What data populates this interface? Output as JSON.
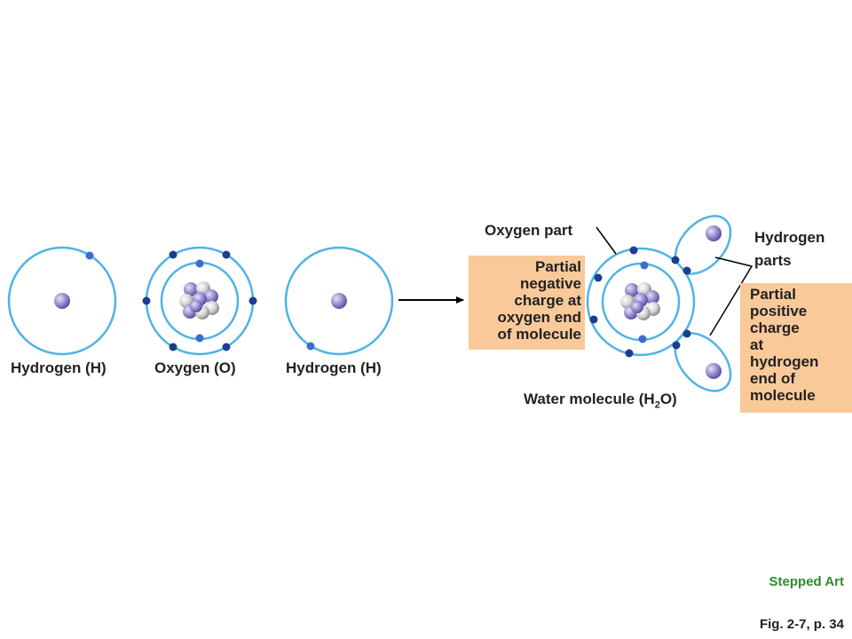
{
  "atoms": {
    "hydrogen_left_label": "Hydrogen (H)",
    "oxygen_label": "Oxygen (O)",
    "hydrogen_right_label": "Hydrogen (H)"
  },
  "molecule": {
    "oxygen_part_label": "Oxygen part",
    "hydrogen_parts_line1": "Hydrogen",
    "hydrogen_parts_line2": "parts",
    "water_label_pre": "Water molecule (H",
    "water_label_sub": "2",
    "water_label_post": "O)",
    "negative_box_lines": [
      "Partial",
      "negative",
      "charge at",
      "oxygen end",
      "of molecule"
    ],
    "positive_box_lines": [
      "Partial",
      "positive",
      "charge",
      "at",
      "hydrogen",
      "end of",
      "molecule"
    ]
  },
  "footer": {
    "stepped_art": "Stepped Art",
    "figure_ref": "Fig. 2-7, p. 34"
  },
  "colors": {
    "orbit": "#4fb3e6",
    "electron_inner": "#3a6fc8",
    "electron_outer": "#1c3e8f",
    "proton": "#8f86c9",
    "neutron": "#cfcfcf",
    "box_fill": "#f9c99a",
    "stepped_art": "#2e8b2e"
  }
}
